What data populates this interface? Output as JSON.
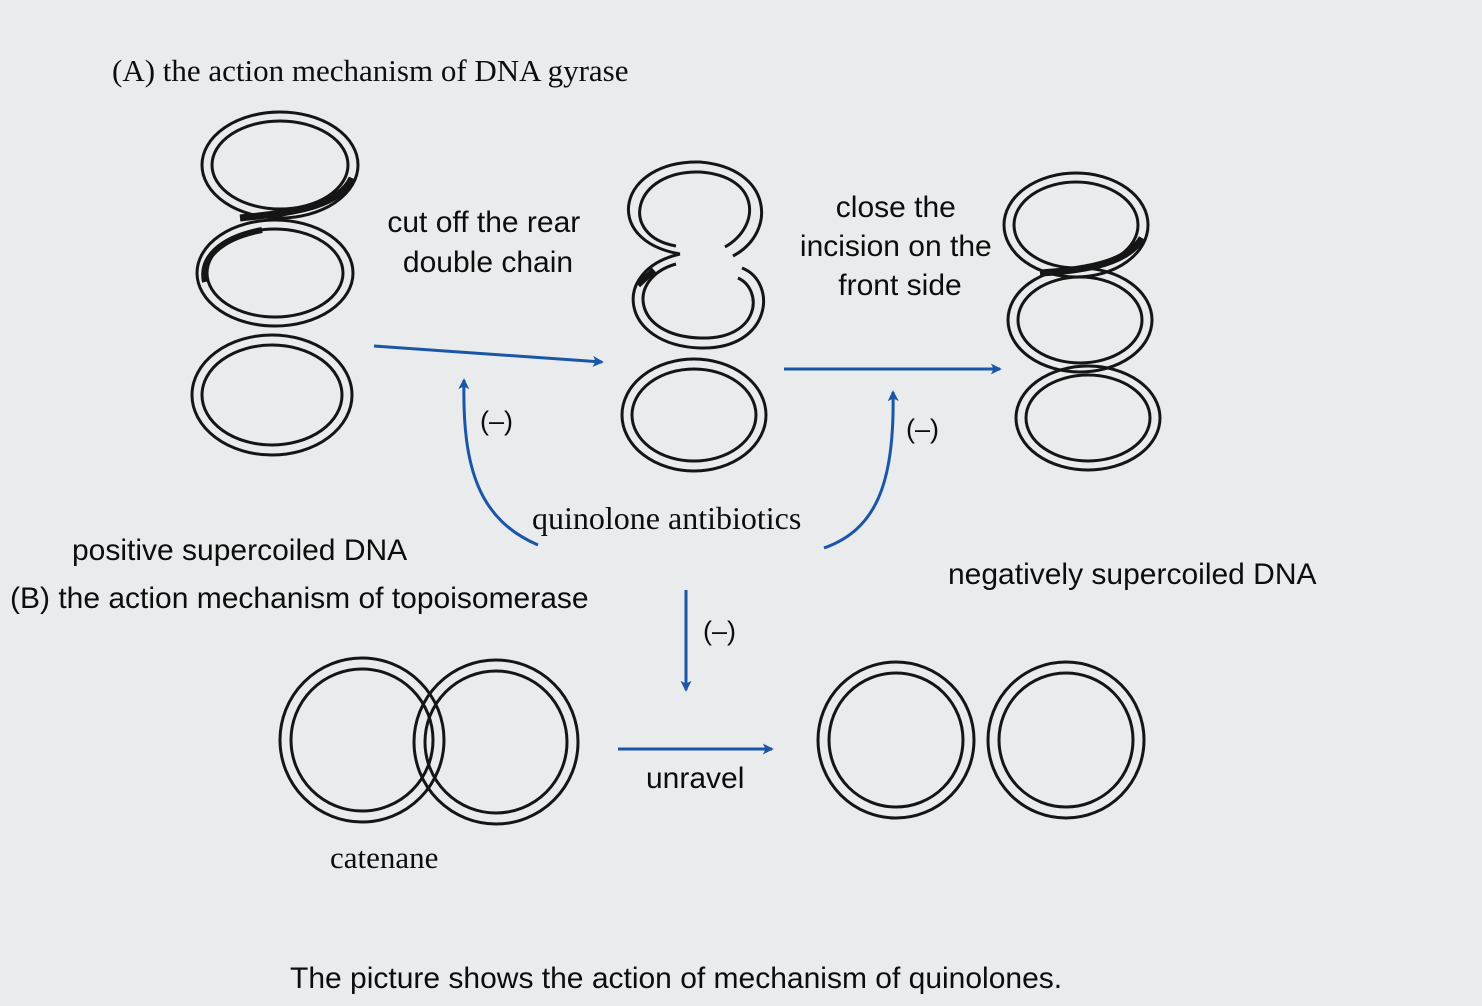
{
  "diagram": {
    "section_a": {
      "title": "(A)  the action mechanism of DNA gyrase",
      "step1_label": [
        "cut off the rear",
        "double chain"
      ],
      "step2_label": [
        "close the",
        "incision on the",
        "front side"
      ],
      "left_caption": "positive supercoiled DNA",
      "right_caption": "negatively supercoiled DNA",
      "inhibitor": "quinolone antibiotics",
      "inhibit_sign": "(–)"
    },
    "section_b": {
      "title": "(B)  the action mechanism of topoisomerase",
      "step_label": "unravel",
      "left_caption": "catenane",
      "inhibit_sign": "(–)"
    },
    "caption": "The picture shows the action of mechanism of quinolones.",
    "colors": {
      "arrow": "#1a56a8",
      "dna": "#151515",
      "background": "#e9ebec"
    }
  }
}
